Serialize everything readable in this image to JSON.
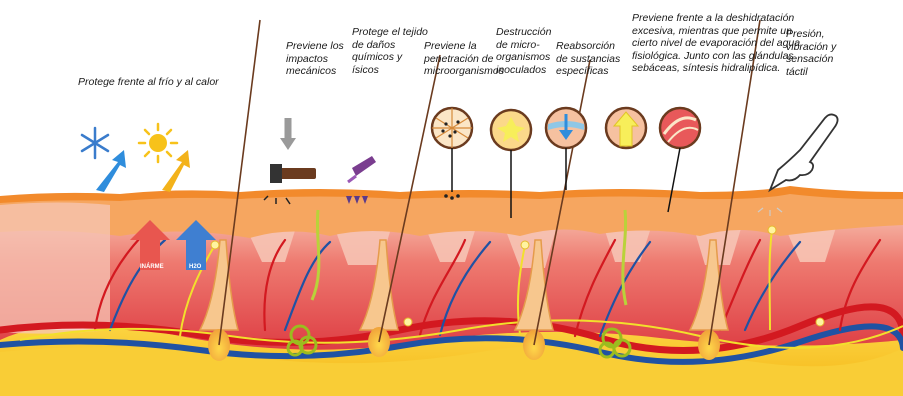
{
  "captions": {
    "cold_heat": "Protege frente al frío y al calor",
    "impacts": "Previene los\nimpactos\nmecánicos",
    "chemical": "Protege el tejido\nde daños\nquímicos y\nísicos",
    "penetration": "Previene la\npenetración de\nmicroorganismos",
    "destruction": "Destrucción\nde micro-\norganismos\ninoculados",
    "reabsorption": "Reabsorción\nde sustancias\nespecíficas",
    "dehydration": "Previene frente a la deshidratación\nexcesiva, mientras que permite un\ncierto nivel de evaporación del agua\nfisiológica. Junto con las glándulas\nsebáceas, síntesis hidralipídica.",
    "touch": "Presión,\nvibración y\nsensación\ntáctil"
  },
  "labels": {
    "heat": "INÁRME",
    "water": "H2O"
  },
  "colors": {
    "epidermis": "#f6a15c",
    "stratum": "#f7a24a",
    "dermis": "#e5474a",
    "dermis_light": "#f6b3a6",
    "fat": "#f9c62b",
    "artery": "#d31920",
    "vein": "#2052a3",
    "nerve": "#f2e02c",
    "hair": "#6b3b1f",
    "gland": "#b9d23a"
  }
}
